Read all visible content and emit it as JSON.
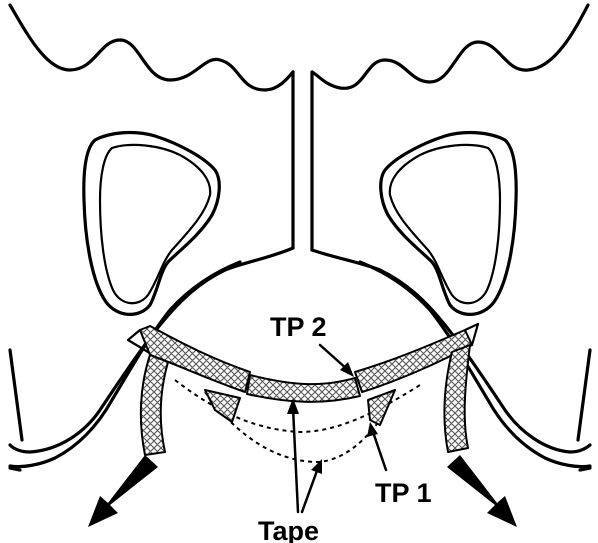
{
  "labels": {
    "tp2": "TP 2",
    "tp1": "TP 1",
    "tape": "Tape"
  },
  "colors": {
    "ink": "#000000",
    "paper": "#ffffff",
    "hatch": "#555555"
  }
}
